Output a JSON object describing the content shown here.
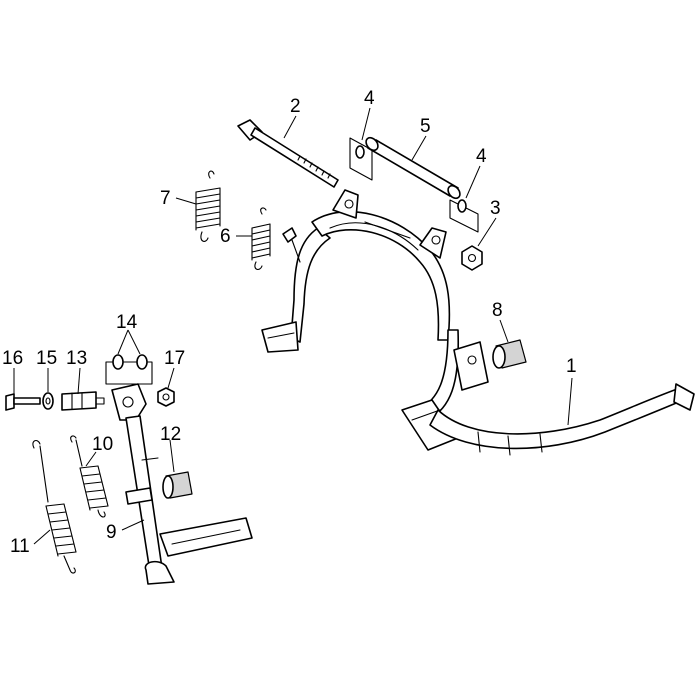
{
  "diagram": {
    "callouts": [
      {
        "id": "c1",
        "label": "1"
      },
      {
        "id": "c2",
        "label": "2"
      },
      {
        "id": "c3",
        "label": "3"
      },
      {
        "id": "c4a",
        "label": "4"
      },
      {
        "id": "c4b",
        "label": "4"
      },
      {
        "id": "c5",
        "label": "5"
      },
      {
        "id": "c6",
        "label": "6"
      },
      {
        "id": "c7",
        "label": "7"
      },
      {
        "id": "c8",
        "label": "8"
      },
      {
        "id": "c9",
        "label": "9"
      },
      {
        "id": "c10",
        "label": "10"
      },
      {
        "id": "c11",
        "label": "11"
      },
      {
        "id": "c12",
        "label": "12"
      },
      {
        "id": "c13",
        "label": "13"
      },
      {
        "id": "c14",
        "label": "14"
      },
      {
        "id": "c15",
        "label": "15"
      },
      {
        "id": "c16",
        "label": "16"
      },
      {
        "id": "c17",
        "label": "17"
      }
    ]
  }
}
